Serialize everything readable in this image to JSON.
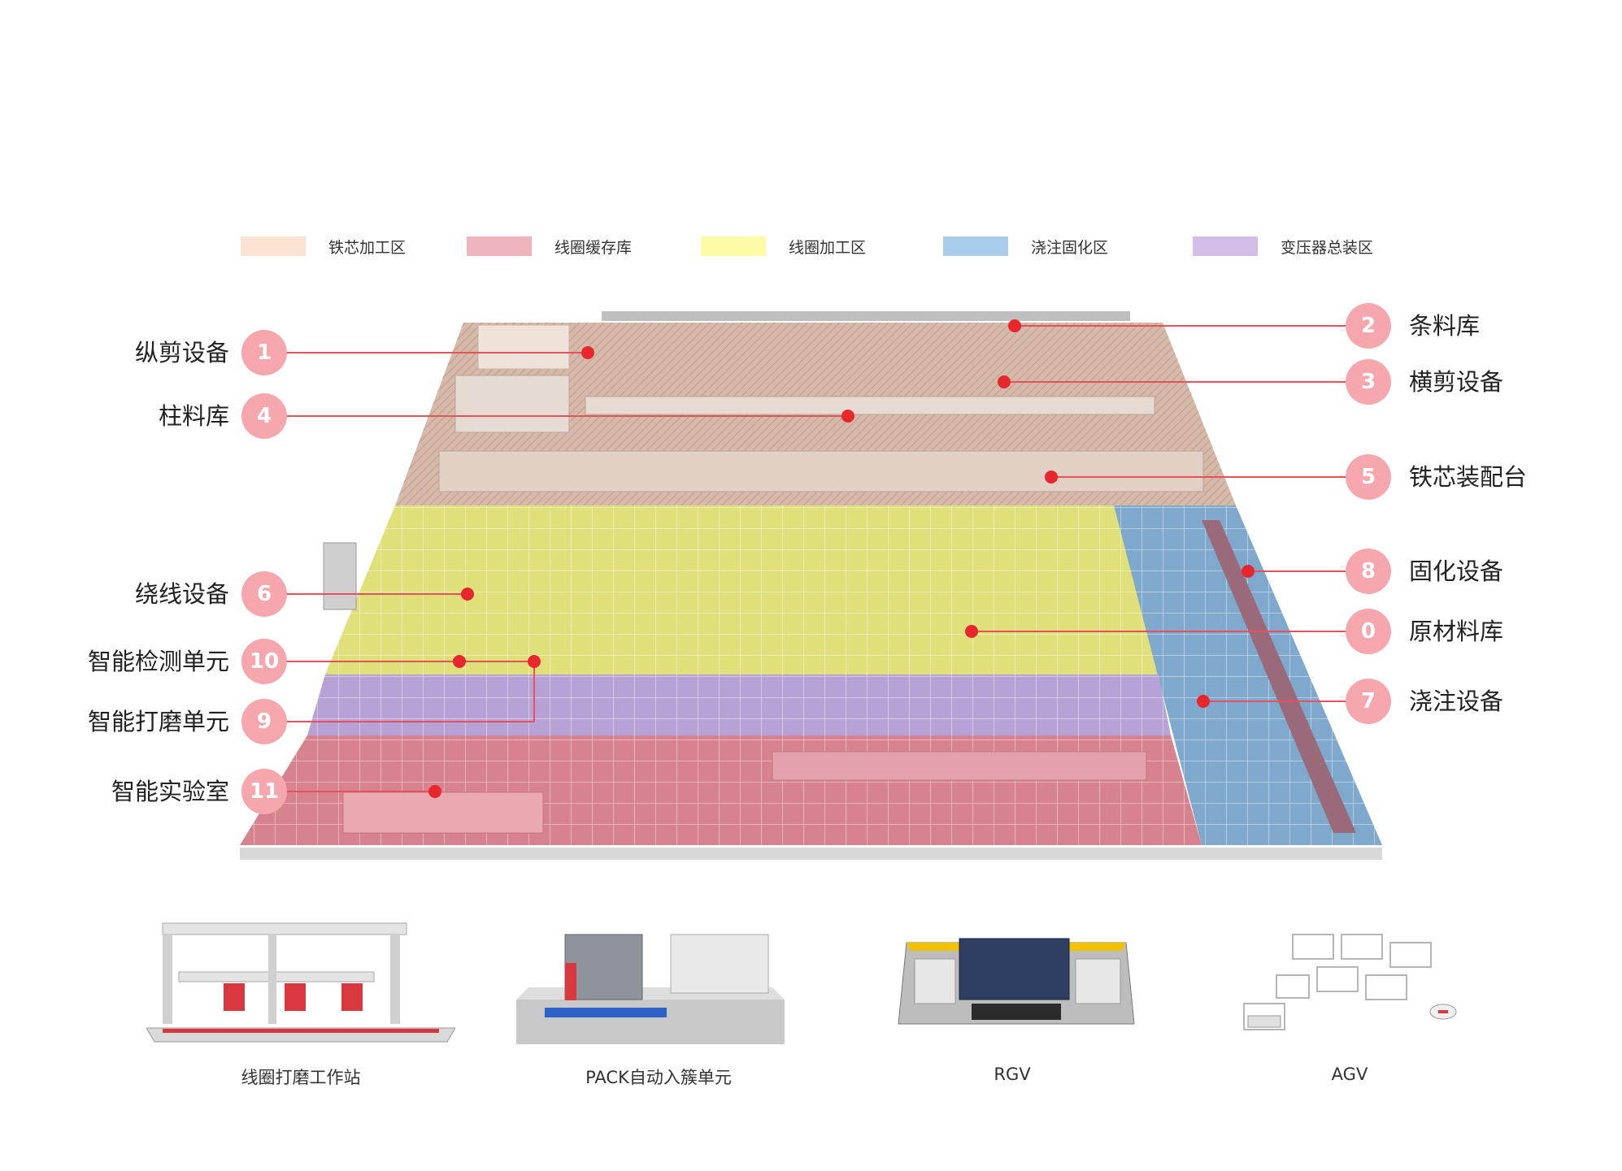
{
  "legend": [
    {
      "label": "铁芯加工区",
      "color": "#fbe3d3"
    },
    {
      "label": "线圈缓存库",
      "color": "#eeb5bd"
    },
    {
      "label": "线圈加工区",
      "color": "#fdfba8"
    },
    {
      "label": "浇注固化区",
      "color": "#a9cdea"
    },
    {
      "label": "变压器总装区",
      "color": "#d2bde6"
    }
  ],
  "callouts_left": [
    {
      "number": "1",
      "label": "纵剪设备"
    },
    {
      "number": "4",
      "label": "柱料库"
    },
    {
      "number": "6",
      "label": "绕线设备"
    },
    {
      "number": "10",
      "label": "智能检测单元"
    },
    {
      "number": "9",
      "label": "智能打磨单元"
    },
    {
      "number": "11",
      "label": "智能实验室"
    }
  ],
  "callouts_right": [
    {
      "number": "2",
      "label": "条料库"
    },
    {
      "number": "3",
      "label": "横剪设备"
    },
    {
      "number": "5",
      "label": "铁芯装配台"
    },
    {
      "number": "8",
      "label": "固化设备"
    },
    {
      "number": "0",
      "label": "原材料库"
    },
    {
      "number": "7",
      "label": "浇注设备"
    }
  ],
  "equipment": [
    {
      "label": "线圈打磨工作站",
      "icon": "coil-grinding-station-icon"
    },
    {
      "label": "PACK自动入簇单元",
      "icon": "pack-cluster-unit-icon"
    },
    {
      "label": "RGV",
      "icon": "rgv-vehicle-icon"
    },
    {
      "label": "AGV",
      "icon": "agv-vehicle-icon"
    }
  ],
  "colors": {
    "badge": "#f6a7ad",
    "leader": "#e8505b",
    "marker": "#e8262e"
  }
}
